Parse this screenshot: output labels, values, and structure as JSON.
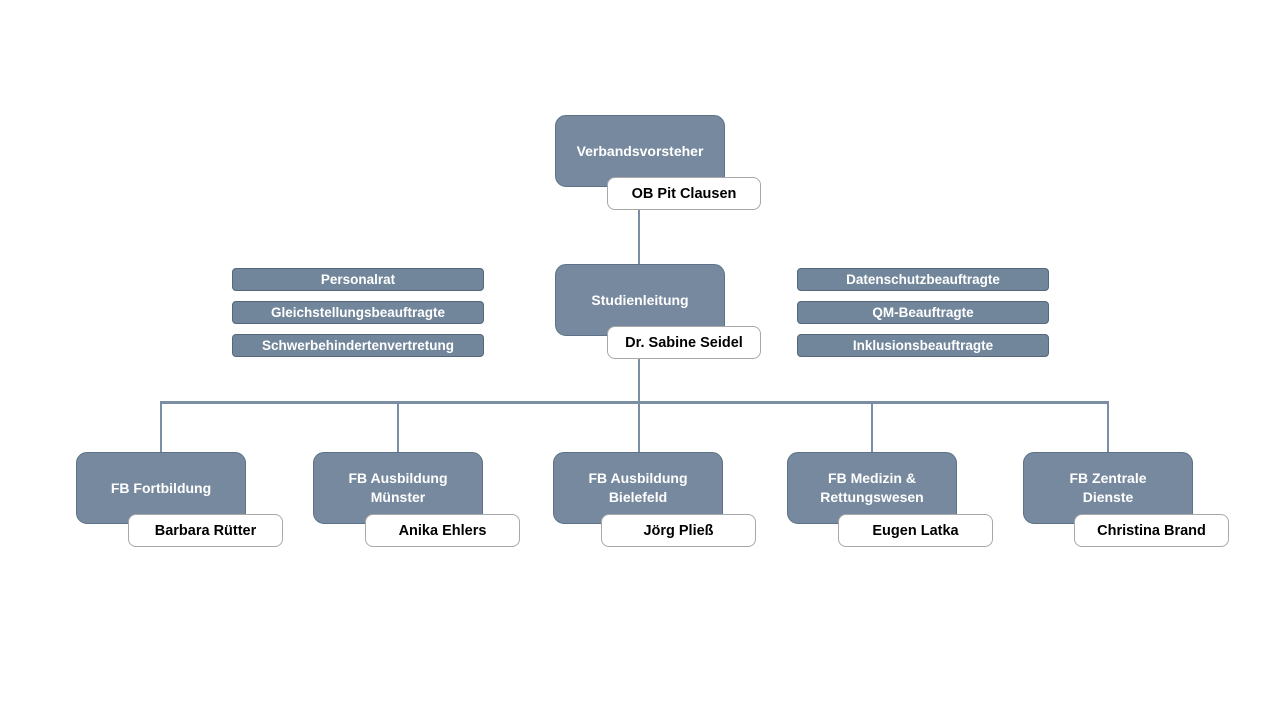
{
  "diagram": {
    "colors": {
      "page_bg": "#ffffff",
      "node_fill": "#76899E",
      "node_border": "#5D7287",
      "bar_fill": "#71859B",
      "bar_border": "#56677B",
      "connector": "#7A8EA4",
      "tag_fill": "#ffffff",
      "tag_border": "#A8A8A8",
      "tag_text": "#000000",
      "node_text": "#ffffff"
    },
    "root": {
      "title": "Verbandsvorsteher",
      "person": "OB Pit Clausen"
    },
    "lead": {
      "title": "Studienleitung",
      "person": "Dr. Sabine Seidel"
    },
    "left_bars": [
      {
        "label": "Personalrat"
      },
      {
        "label": "Gleichstellungsbeauftragte"
      },
      {
        "label": "Schwerbehindertenvertretung"
      }
    ],
    "right_bars": [
      {
        "label": "Datenschutzbeauftragte"
      },
      {
        "label": "QM-Beauftragte"
      },
      {
        "label": "Inklusionsbeauftragte"
      }
    ],
    "departments": [
      {
        "title": "FB Fortbildung",
        "person": "Barbara Rütter"
      },
      {
        "title": "FB Ausbildung\nMünster",
        "person": "Anika Ehlers"
      },
      {
        "title": "FB Ausbildung\nBielefeld",
        "person": "Jörg Pließ"
      },
      {
        "title": "FB Medizin &\nRettungswesen",
        "person": "Eugen Latka"
      },
      {
        "title": "FB Zentrale\nDienste",
        "person": "Christina Brand"
      }
    ]
  }
}
